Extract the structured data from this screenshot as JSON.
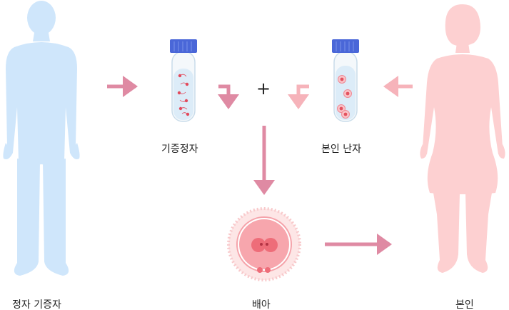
{
  "labels": {
    "donor": "정자 기증자",
    "donor_sperm": "기증정자",
    "own_eggs": "본인 난자",
    "plus": "+",
    "embryo": "배아",
    "self": "본인"
  },
  "colors": {
    "donor_figure": "#cfe6fb",
    "self_figure": "#fdd0d1",
    "arrow_dark": "#df8aa3",
    "arrow_light": "#f6b3ba",
    "tube_cap": "#4a67d8",
    "tube_fluid": "#dcecf8",
    "embryo_outer": "#fde6e6",
    "embryo_inner": "#f7a6ad",
    "embryo_core": "#ee6d79"
  },
  "icons": [
    "male-silhouette-icon",
    "female-silhouette-icon",
    "sperm-tube-icon",
    "egg-tube-icon",
    "embryo-icon"
  ]
}
